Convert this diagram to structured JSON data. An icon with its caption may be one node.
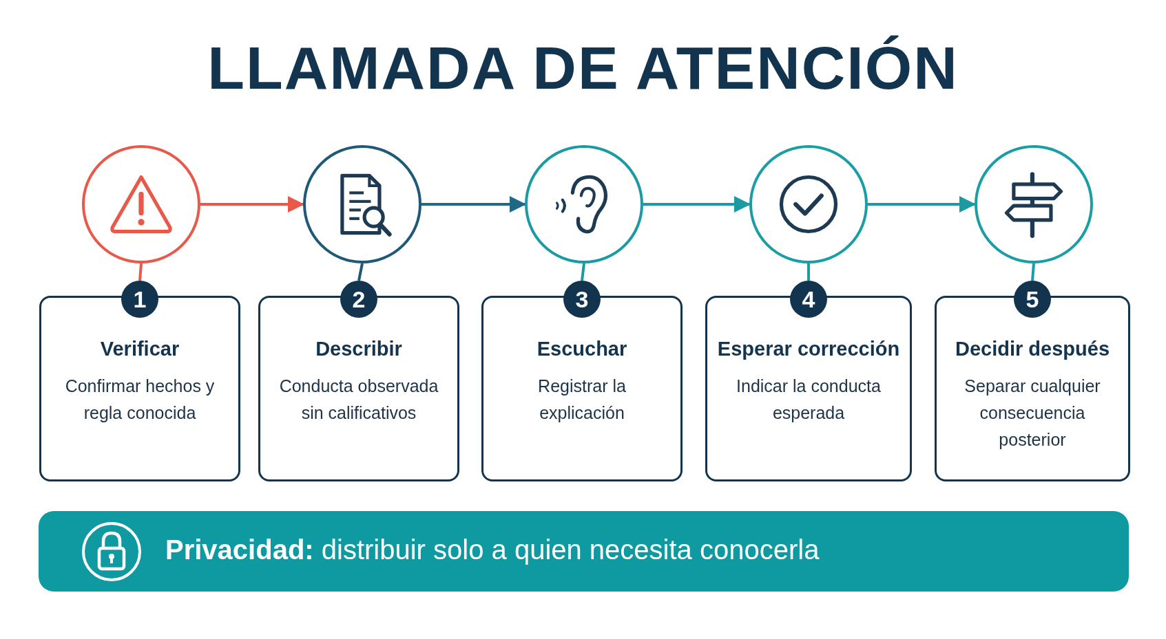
{
  "diagram": {
    "title": "LLAMADA DE ATENCIÓN",
    "nodes": [
      {
        "text": [],
        "shape": "circle"
      },
      {
        "text": [
          "1"
        ]
      },
      {
        "text": [
          "Verificar",
          "Confirmar hechos y regla conocida"
        ]
      },
      {
        "text": [],
        "shape": "circle"
      },
      {
        "text": [
          "2"
        ]
      },
      {
        "text": [
          "Describir",
          "Conducta observada sin calificativos"
        ]
      },
      {
        "text": [],
        "shape": "circle"
      },
      {
        "text": [
          "3"
        ]
      },
      {
        "text": [
          "Escuchar",
          "Registrar la explicación"
        ]
      },
      {
        "text": [],
        "shape": "circle"
      },
      {
        "text": [
          "4"
        ]
      },
      {
        "text": [
          "Esperar corrección",
          "Indicar la conducta esperada"
        ]
      },
      {
        "text": [],
        "shape": "circle"
      },
      {
        "text": [
          "5"
        ]
      },
      {
        "text": [
          "Decidir después",
          "Separar cualquier consecuencia posterior"
        ]
      },
      {
        "text": [
          "**Privacidad:** distribuir solo a quien necesita conocerla"
        ]
      }
    ],
    "edges": [
      {
        "from": 0,
        "to": 3,
        "arrow": "to",
        "color": "#e8594a"
      },
      {
        "from": 3,
        "to": 6,
        "arrow": "to",
        "color": "#1e6a84"
      },
      {
        "from": 6,
        "to": 9,
        "arrow": "to",
        "color": "#1b9aa3"
      },
      {
        "from": 9,
        "to": 12,
        "arrow": "to",
        "color": "#1b9aa3"
      },
      {
        "from": 0,
        "to": 1,
        "arrow": "none",
        "color": "#e8594a"
      },
      {
        "from": 3,
        "to": 4,
        "arrow": "none",
        "color": "#1e5a78"
      },
      {
        "from": 6,
        "to": 7,
        "arrow": "none",
        "color": "#1a9aa5"
      },
      {
        "from": 9,
        "to": 10,
        "arrow": "none",
        "color": "#1a9ea5"
      },
      {
        "from": 12,
        "to": 13,
        "arrow": "none",
        "color": "#1a9ea5"
      }
    ]
  }
}
